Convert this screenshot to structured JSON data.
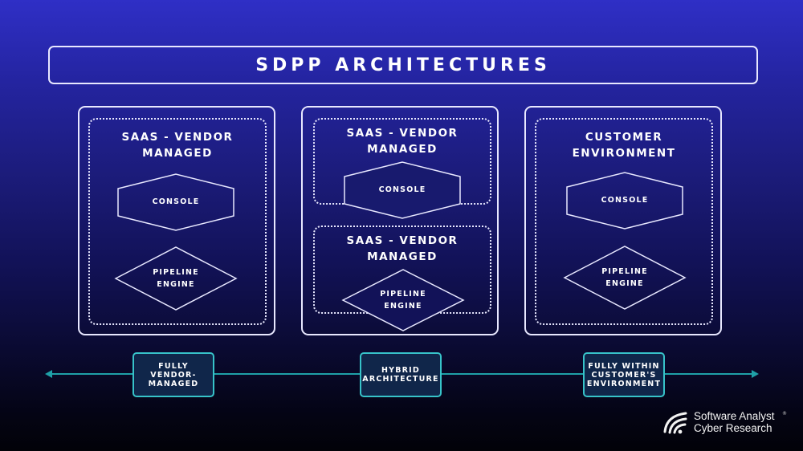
{
  "title": "SDPP ARCHITECTURES",
  "panels": [
    {
      "zones": [
        {
          "heading": "SAAS - VENDOR\nMANAGED"
        }
      ],
      "console_label": "CONSOLE",
      "pipeline_label": "PIPELINE\nENGINE"
    },
    {
      "zones": [
        {
          "heading": "SAAS - VENDOR\nMANAGED"
        },
        {
          "heading": "SAAS - VENDOR\nMANAGED"
        }
      ],
      "console_label": "CONSOLE",
      "pipeline_label": "PIPELINE\nENGINE"
    },
    {
      "zones": [
        {
          "heading": "CUSTOMER\nENVIRONMENT"
        }
      ],
      "console_label": "CONSOLE",
      "pipeline_label": "PIPELINE\nENGINE"
    }
  ],
  "spectrum": {
    "labels": [
      "FULLY VENDOR-\nMANAGED",
      "HYBRID\nARCHITECTURE",
      "FULLY WITHIN\nCUSTOMER'S\nENVIRONMENT"
    ]
  },
  "logo": {
    "line1": "Software Analyst",
    "line2": "Cyber Research",
    "mark": "®"
  },
  "colors": {
    "outline": "#e8e8ff",
    "accent_teal": "#37c3c9",
    "axis_teal": "#1fa0a8",
    "tag_fill": "#10264a"
  }
}
